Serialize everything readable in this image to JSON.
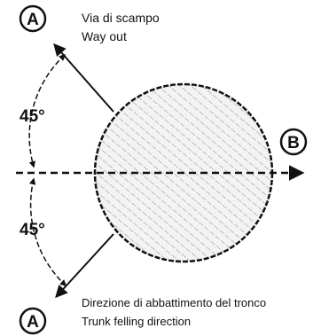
{
  "markers": {
    "escape_top": "A",
    "fell": "B",
    "escape_bottom": "A"
  },
  "captions": {
    "escape_it": "Via di scampo",
    "escape_en": "Way out",
    "fell_it": "Direzione di abbattimento del tronco",
    "fell_en": "Trunk felling direction"
  },
  "angles": {
    "upper": "45°",
    "lower": "45°"
  },
  "colors": {
    "ink": "#111111",
    "hatch": "#7a7a7a",
    "fill": "#f2f2f2"
  }
}
